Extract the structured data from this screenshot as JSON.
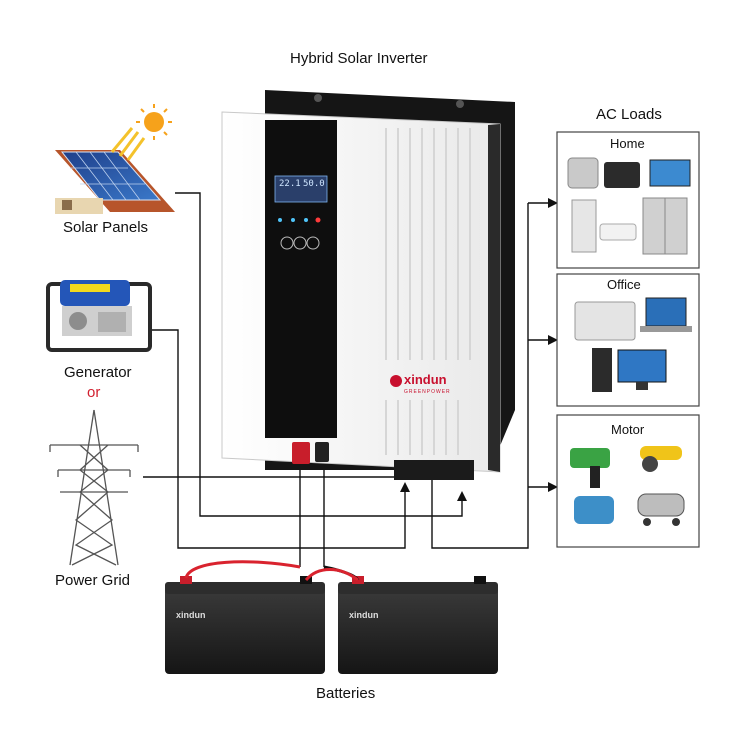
{
  "title": "Hybrid Solar Inverter",
  "sources": {
    "solar": "Solar Panels",
    "generator": "Generator",
    "or": "or",
    "grid": "Power Grid"
  },
  "loads": {
    "heading": "AC Loads",
    "home": "Home",
    "office": "Office",
    "motor": "Motor"
  },
  "batteries": "Batteries",
  "inverter": {
    "brand": "xindun",
    "tagline": "GREENPOWER",
    "lcd_left": "22.1",
    "lcd_right": "50.0"
  },
  "battery_brand": "xindun",
  "colors": {
    "positive_cable": "#d9232e",
    "negative_cable": "#111111",
    "line": "#111111",
    "inverter_panel": "#0e0e0e",
    "inverter_body": "#f3f3f3"
  }
}
